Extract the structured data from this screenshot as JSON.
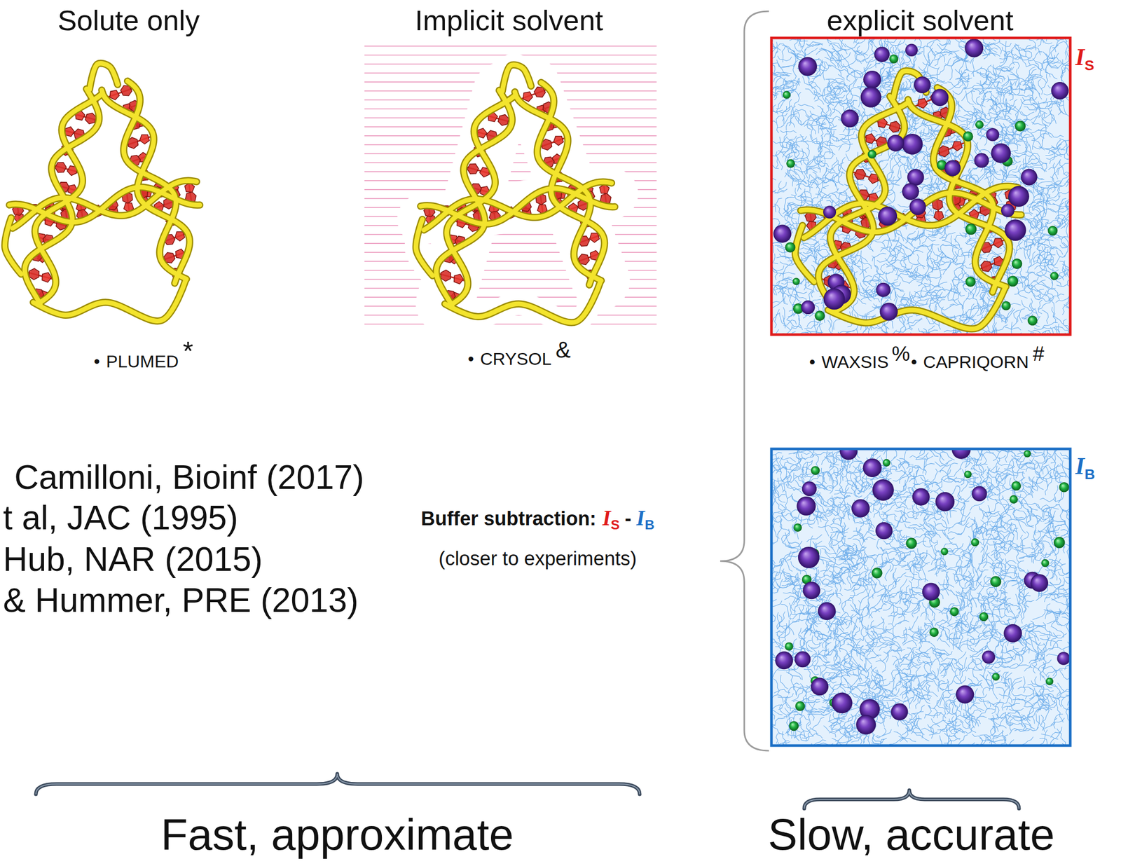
{
  "diagram": {
    "labels": [
      "Solute only",
      "Implicit solvent",
      "explicit solvent",
      "I",
      "S",
      "•",
      "PLUMED",
      "*",
      "•",
      "CRYSOL",
      "&",
      "•",
      "WAXSIS",
      "%",
      "•",
      "CAPRIQORN",
      "#",
      "I",
      "B",
      "Camilloni, Bioinf (2017)",
      "t al, JAC (1995)",
      "Hub, NAR (2015)",
      "& Hummer, PRE (2013)",
      "Buffer subtraction:",
      "I",
      "S",
      "-",
      "I",
      "B",
      "(closer to experiments)",
      "Fast, approximate",
      "Slow, accurate"
    ]
  }
}
